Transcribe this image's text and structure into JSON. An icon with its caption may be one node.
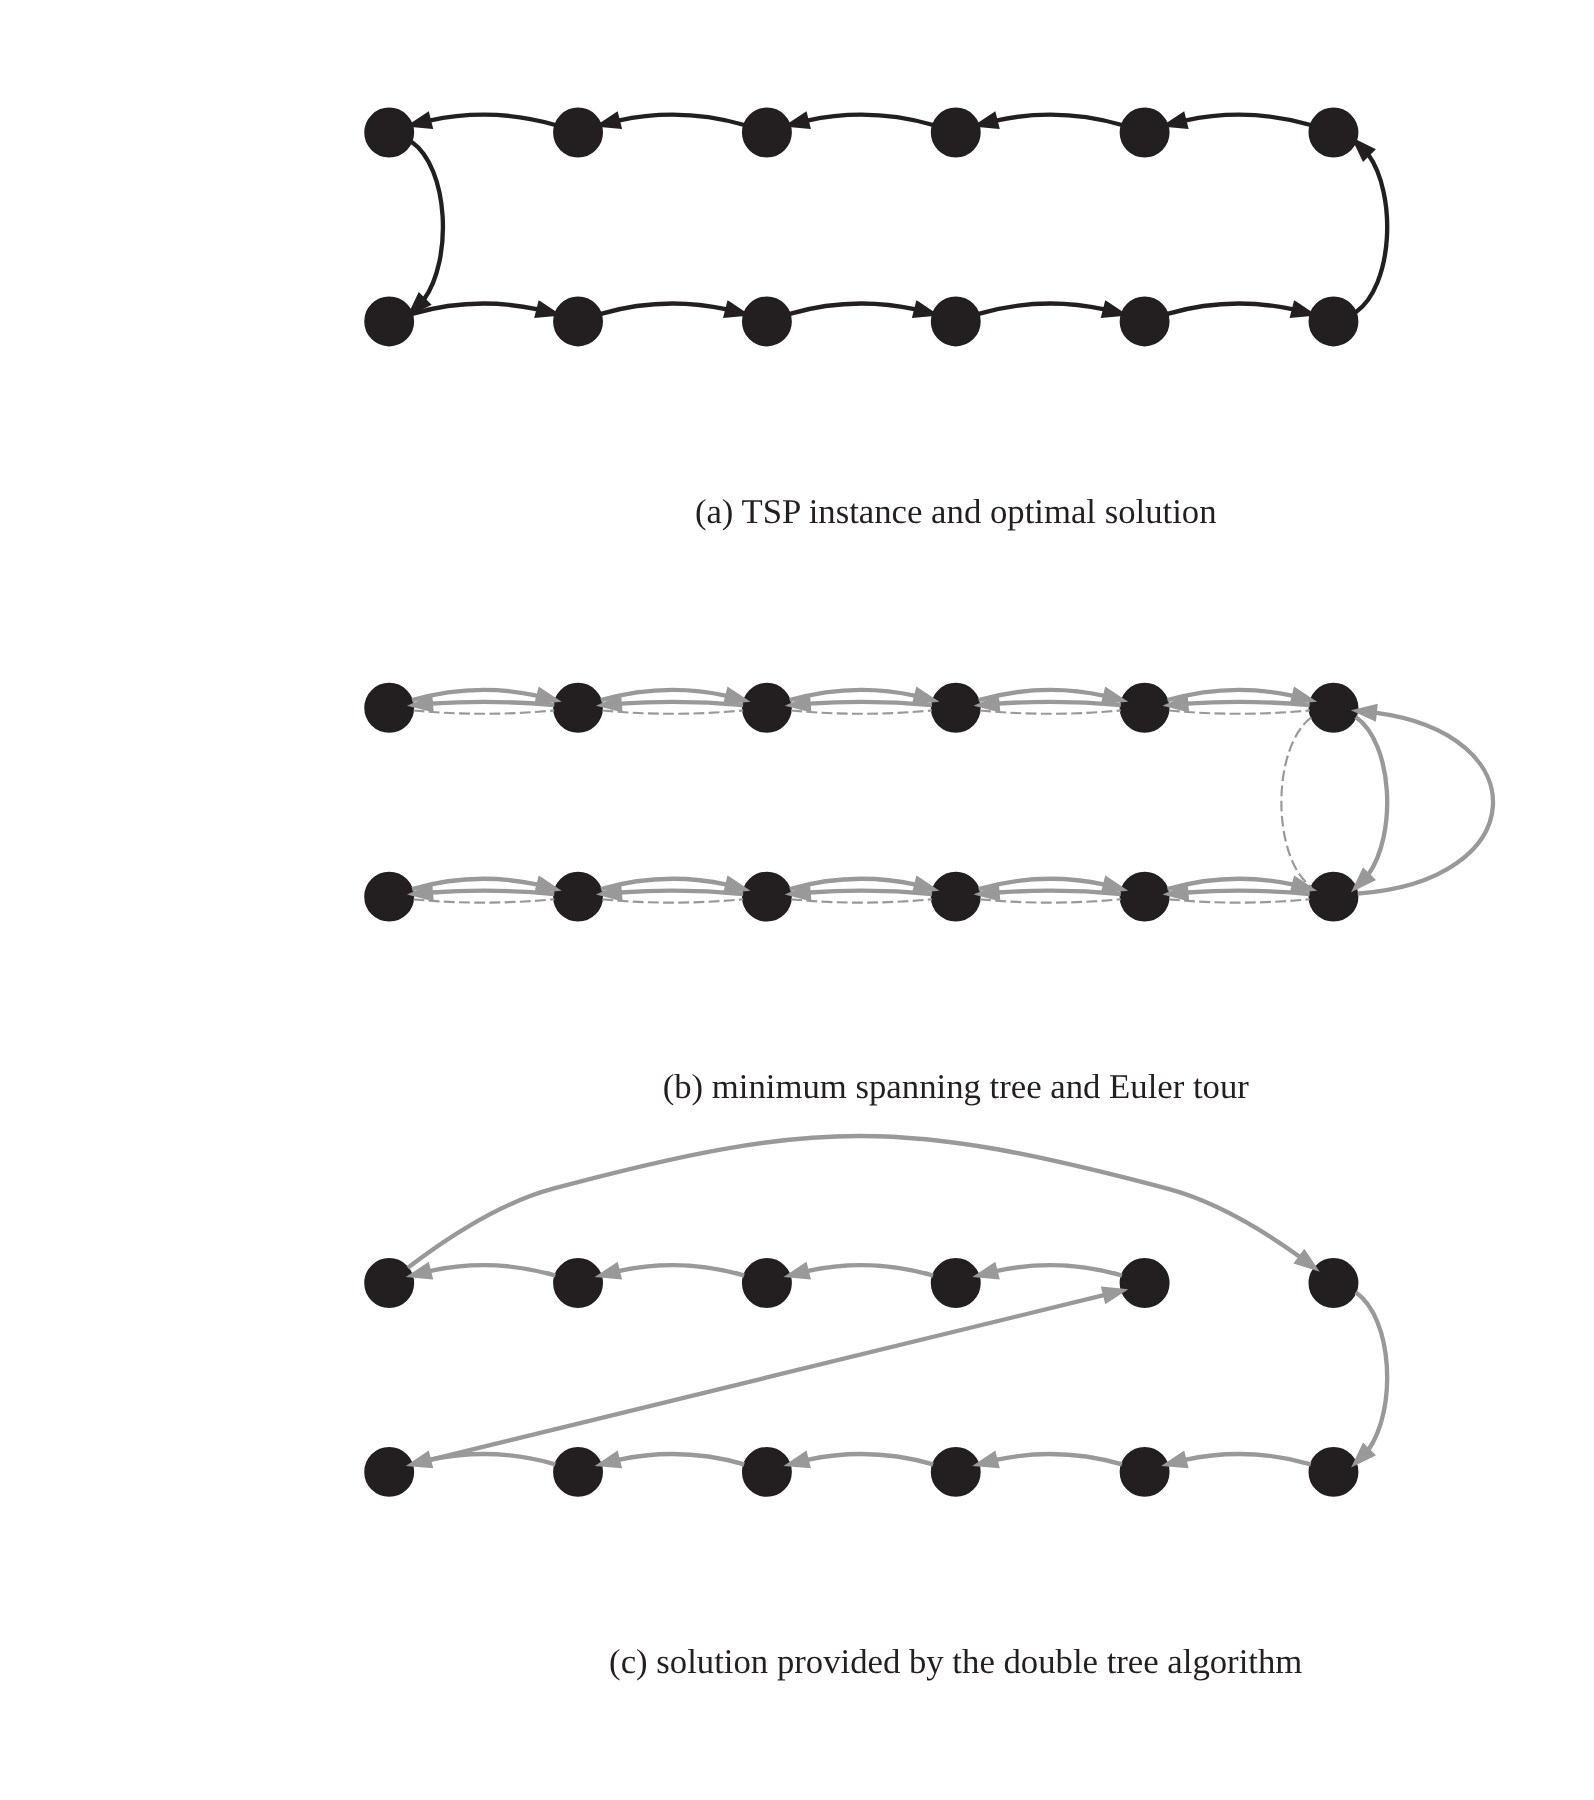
{
  "diagram": {
    "nodes": [
      {
        "text": [],
        "shape": "circle"
      },
      {
        "text": [],
        "shape": "circle"
      },
      {
        "text": [],
        "shape": "circle"
      },
      {
        "text": [],
        "shape": "circle"
      },
      {
        "text": [],
        "shape": "circle"
      },
      {
        "text": [],
        "shape": "circle"
      },
      {
        "text": [],
        "shape": "circle"
      },
      {
        "text": [],
        "shape": "circle"
      },
      {
        "text": [],
        "shape": "circle"
      },
      {
        "text": [],
        "shape": "circle"
      },
      {
        "text": [],
        "shape": "circle"
      },
      {
        "text": [],
        "shape": "circle"
      },
      {
        "text": [],
        "shape": "circle"
      },
      {
        "text": [],
        "shape": "circle"
      },
      {
        "text": [],
        "shape": "circle"
      },
      {
        "text": [],
        "shape": "circle"
      },
      {
        "text": [],
        "shape": "circle"
      },
      {
        "text": [],
        "shape": "circle"
      },
      {
        "text": [],
        "shape": "circle"
      },
      {
        "text": [],
        "shape": "circle"
      },
      {
        "text": [],
        "shape": "circle"
      },
      {
        "text": [],
        "shape": "circle"
      },
      {
        "text": [],
        "shape": "circle"
      },
      {
        "text": [],
        "shape": "circle"
      },
      {
        "text": [],
        "shape": "circle"
      },
      {
        "text": [],
        "shape": "circle"
      },
      {
        "text": [],
        "shape": "circle"
      },
      {
        "text": [],
        "shape": "circle"
      },
      {
        "text": [],
        "shape": "circle"
      },
      {
        "text": [],
        "shape": "circle"
      },
      {
        "text": [],
        "shape": "circle"
      },
      {
        "text": [],
        "shape": "circle"
      },
      {
        "text": [],
        "shape": "circle"
      },
      {
        "text": [],
        "shape": "circle"
      },
      {
        "text": [],
        "shape": "circle"
      },
      {
        "text": [],
        "shape": "circle"
      }
    ],
    "edges": [
      {
        "from": 1,
        "to": 0,
        "arrow": "to",
        "color": "#231f20"
      },
      {
        "from": 2,
        "to": 1,
        "arrow": "to",
        "color": "#231f20"
      },
      {
        "from": 3,
        "to": 2,
        "arrow": "to",
        "color": "#231f20"
      },
      {
        "from": 4,
        "to": 3,
        "arrow": "to",
        "color": "#231f20"
      },
      {
        "from": 5,
        "to": 4,
        "arrow": "to",
        "color": "#231f20"
      },
      {
        "from": 0,
        "to": 6,
        "arrow": "to",
        "color": "#231f20"
      },
      {
        "from": 6,
        "to": 7,
        "arrow": "to",
        "color": "#231f20"
      },
      {
        "from": 7,
        "to": 8,
        "arrow": "to",
        "color": "#231f20"
      },
      {
        "from": 8,
        "to": 9,
        "arrow": "to",
        "color": "#231f20"
      },
      {
        "from": 9,
        "to": 10,
        "arrow": "to",
        "color": "#231f20"
      },
      {
        "from": 10,
        "to": 11,
        "arrow": "to",
        "color": "#231f20"
      },
      {
        "from": 11,
        "to": 5,
        "arrow": "to",
        "color": "#231f20"
      },
      {
        "from": 12,
        "to": 13,
        "arrow": "none",
        "style": "dashed"
      },
      {
        "from": 13,
        "to": 14,
        "arrow": "none",
        "style": "dashed"
      },
      {
        "from": 14,
        "to": 15,
        "arrow": "none",
        "style": "dashed"
      },
      {
        "from": 15,
        "to": 16,
        "arrow": "none",
        "style": "dashed"
      },
      {
        "from": 16,
        "to": 17,
        "arrow": "none",
        "style": "dashed"
      },
      {
        "from": 17,
        "to": 23,
        "arrow": "none",
        "style": "dashed"
      },
      {
        "from": 18,
        "to": 19,
        "arrow": "none",
        "style": "dashed"
      },
      {
        "from": 19,
        "to": 20,
        "arrow": "none",
        "style": "dashed"
      },
      {
        "from": 20,
        "to": 21,
        "arrow": "none",
        "style": "dashed"
      },
      {
        "from": 21,
        "to": 22,
        "arrow": "none",
        "style": "dashed"
      },
      {
        "from": 22,
        "to": 23,
        "arrow": "none",
        "style": "dashed"
      },
      {
        "from": 13,
        "to": 12,
        "arrow": "to"
      },
      {
        "from": 12,
        "to": 13,
        "arrow": "to"
      },
      {
        "from": 14,
        "to": 13,
        "arrow": "to"
      },
      {
        "from": 13,
        "to": 14,
        "arrow": "to"
      },
      {
        "from": 15,
        "to": 14,
        "arrow": "to"
      },
      {
        "from": 14,
        "to": 15,
        "arrow": "to"
      },
      {
        "from": 16,
        "to": 15,
        "arrow": "to"
      },
      {
        "from": 15,
        "to": 16,
        "arrow": "to"
      },
      {
        "from": 17,
        "to": 16,
        "arrow": "to"
      },
      {
        "from": 16,
        "to": 17,
        "arrow": "to"
      },
      {
        "from": 17,
        "to": 23,
        "arrow": "to"
      },
      {
        "from": 23,
        "to": 17,
        "arrow": "to"
      },
      {
        "from": 19,
        "to": 18,
        "arrow": "to"
      },
      {
        "from": 18,
        "to": 19,
        "arrow": "to"
      },
      {
        "from": 20,
        "to": 19,
        "arrow": "to"
      },
      {
        "from": 19,
        "to": 20,
        "arrow": "to"
      },
      {
        "from": 21,
        "to": 20,
        "arrow": "to"
      },
      {
        "from": 20,
        "to": 21,
        "arrow": "to"
      },
      {
        "from": 22,
        "to": 21,
        "arrow": "to"
      },
      {
        "from": 21,
        "to": 22,
        "arrow": "to"
      },
      {
        "from": 23,
        "to": 22,
        "arrow": "to"
      },
      {
        "from": 22,
        "to": 23,
        "arrow": "to"
      },
      {
        "from": 24,
        "to": 29,
        "arrow": "to"
      },
      {
        "from": 29,
        "to": 35,
        "arrow": "to"
      },
      {
        "from": 35,
        "to": 34,
        "arrow": "to"
      },
      {
        "from": 34,
        "to": 33,
        "arrow": "to"
      },
      {
        "from": 33,
        "to": 32,
        "arrow": "to"
      },
      {
        "from": 32,
        "to": 31,
        "arrow": "to"
      },
      {
        "from": 31,
        "to": 30,
        "arrow": "to"
      },
      {
        "from": 30,
        "to": 28,
        "arrow": "to"
      },
      {
        "from": 28,
        "to": 27,
        "arrow": "to"
      },
      {
        "from": 27,
        "to": 26,
        "arrow": "to"
      },
      {
        "from": 26,
        "to": 25,
        "arrow": "to"
      },
      {
        "from": 25,
        "to": 24,
        "arrow": "to"
      }
    ],
    "labels": [
      "(a) TSP instance and optimal solution",
      "(b) minimum spanning tree and Euler tour",
      "(c) solution provided by the double tree algorithm"
    ]
  }
}
